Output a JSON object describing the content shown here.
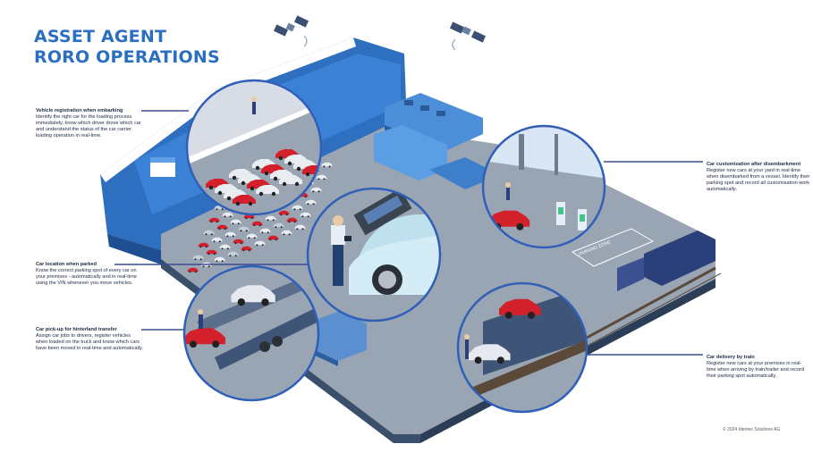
{
  "title": {
    "line1": "ASSET AGENT",
    "line2": "RORO OPERATIONS"
  },
  "callouts": [
    {
      "id": "vehicle-registration",
      "heading": "Vehicle registration when embarking",
      "body": "Identify the right car for the loading process immediately, know which driver drove which car and understand the status of the car carrier loading operation in real-time."
    },
    {
      "id": "car-location",
      "heading": "Car location when parked",
      "body": "Know the correct parking spot of every car on your premises - automatically and in real-time using the VIN whenever you move vehicles."
    },
    {
      "id": "car-pickup",
      "heading": "Car pick-up for hinterland transfer",
      "body": "Assign car jobs to drivers, register vehicles when loaded on the truck and know which cars have been moved in real-time and automatically."
    },
    {
      "id": "car-customization",
      "heading": "Car customization after disembarkment",
      "body": "Register new cars at your yard in real-time when disembarked from a vessel. Identify their parking spot and record all customisation work automatically."
    },
    {
      "id": "car-delivery-train",
      "heading": "Car delivery by train",
      "body": "Register new cars at your premises in real-time when arriving by train/trailer and record their parking spot automatically."
    }
  ],
  "labels": {
    "parking_zone": "PARKING ZONE"
  },
  "copyright": "© 2024 Identec Solutions AG",
  "colors": {
    "title": "#2b6fc3",
    "ship": "#2f6fc0",
    "pier": "#9aa5b4",
    "pier_side": "#3a4f6b",
    "car": "#d3212c",
    "connector": "#3a4d8f",
    "circle_border": "#2f5fb8"
  }
}
